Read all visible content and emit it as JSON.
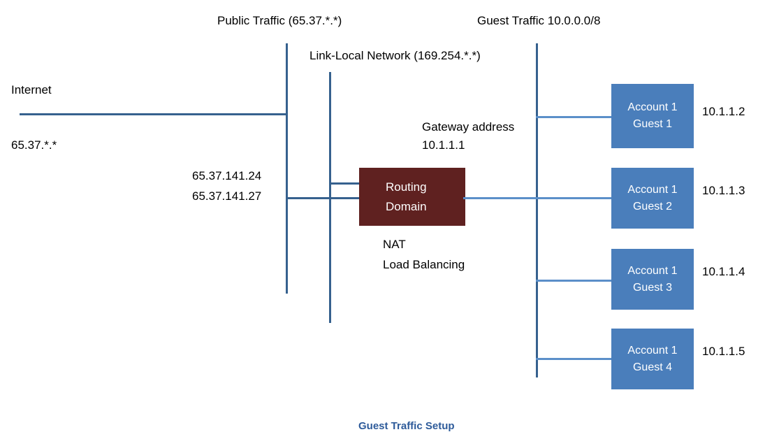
{
  "diagram": {
    "caption": "Guest Traffic Setup",
    "colors": {
      "guest_box": "#4a7ebb",
      "router_box": "#5f2120",
      "line": "#5b8fc9",
      "line_dark": "#36618e",
      "caption_text": "#2e5b9a",
      "background": "#ffffff"
    },
    "titles": {
      "public_traffic": "Public Traffic (65.37.*.*)",
      "link_local": "Link-Local Network (169.254.*.*)",
      "guest_traffic": "Guest Traffic 10.0.0.0/8"
    },
    "labels": {
      "internet": "Internet",
      "internet_range": "65.37.*.*",
      "public_ip_1": "65.37.141.24",
      "public_ip_2": "65.37.141.27",
      "gateway_title": "Gateway address",
      "gateway_ip": "10.1.1.1",
      "nat": "NAT",
      "load_balancing": "Load Balancing"
    },
    "router": {
      "line1": "Routing",
      "line2": "Domain"
    },
    "guests": [
      {
        "account": "Account 1",
        "name": "Guest 1",
        "ip": "10.1.1.2"
      },
      {
        "account": "Account 1",
        "name": "Guest 2",
        "ip": "10.1.1.3"
      },
      {
        "account": "Account 1",
        "name": "Guest 3",
        "ip": "10.1.1.4"
      },
      {
        "account": "Account 1",
        "name": "Guest 4",
        "ip": "10.1.1.5"
      }
    ]
  }
}
